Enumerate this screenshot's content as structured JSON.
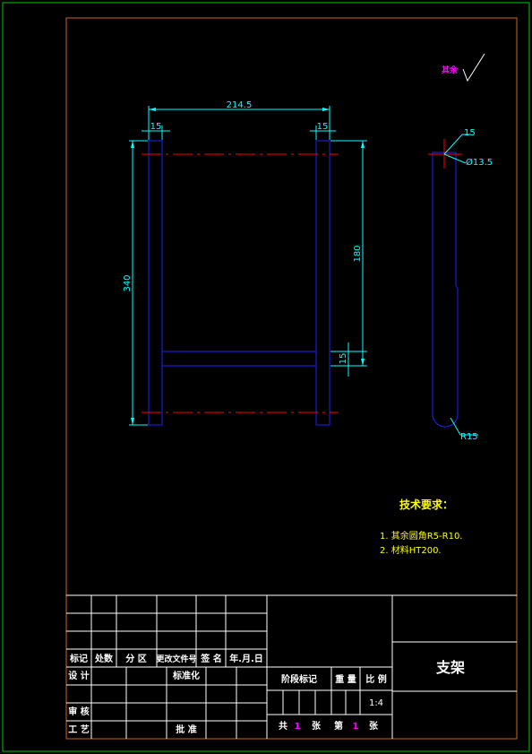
{
  "colors": {
    "background": "#000000",
    "outer_border": "#00c800",
    "inner_border": "#c8641e",
    "part_outline": "#2020ff",
    "dimension": "#00ffff",
    "centerline": "#ff0000",
    "title_block": "#ffffff",
    "notes": "#ffff00",
    "roughness_label": "#ff00ff"
  },
  "roughness": {
    "label": "其余"
  },
  "dimensions": {
    "overall_width": "214.5",
    "left_leg_width": "15",
    "right_leg_width": "15",
    "overall_height": "340",
    "crossbar_position": "180",
    "crossbar_thickness": "15",
    "side_thickness": "15",
    "hole_diameter": "Ø13.5",
    "end_radius": "R15"
  },
  "tech_requirements": {
    "title": "技术要求：",
    "items": [
      "1.  其余圆角R5-R10.",
      "2.  材料HT200."
    ]
  },
  "title_block": {
    "headers": [
      "标记",
      "处数",
      "分 区",
      "更改文件号",
      "签 名",
      "年.月.日"
    ],
    "row_design": [
      "设 计",
      "标准化"
    ],
    "row_review": "审 核",
    "row_process": [
      "工 艺",
      "批 准"
    ],
    "stage_headers": [
      "阶段标记",
      "重 量",
      "比 例"
    ],
    "scale": "1:4",
    "sheet_info": {
      "total_label": "共",
      "total": "1",
      "sheet_unit1": "张",
      "index_label": "第",
      "index": "1",
      "sheet_unit2": "张"
    },
    "part_name": "支架"
  }
}
